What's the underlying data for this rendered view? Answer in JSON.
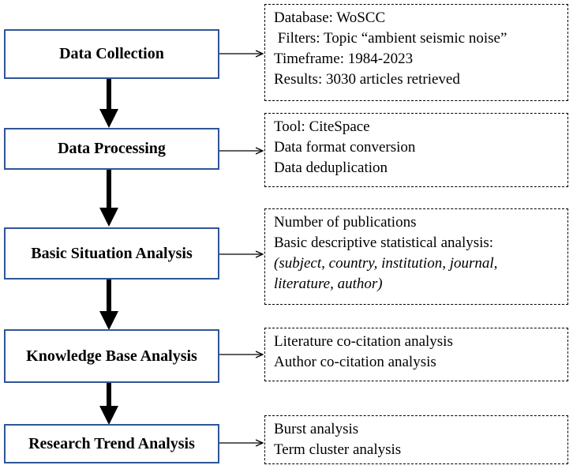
{
  "steps": [
    {
      "label": "Data Collection"
    },
    {
      "label": "Data Processing"
    },
    {
      "label": "Basic Situation Analysis"
    },
    {
      "label": "Knowledge Base Analysis"
    },
    {
      "label": "Research Trend Analysis"
    }
  ],
  "notes": [
    {
      "lines": [
        "Database: WoSCC",
        " Filters: Topic “ambient seismic noise”",
        "Timeframe: 1984-2023",
        "Results: 3030 articles retrieved"
      ]
    },
    {
      "lines": [
        "Tool: CiteSpace",
        "Data format conversion",
        "Data deduplication"
      ]
    },
    {
      "lines": [
        "Number of publications",
        "Basic descriptive statistical analysis:",
        "(subject, country, institution, journal,",
        "literature, author)"
      ]
    },
    {
      "lines": [
        "Literature co-citation analysis",
        "Author co-citation analysis"
      ]
    },
    {
      "lines": [
        "Burst analysis",
        "Term cluster analysis"
      ]
    }
  ],
  "colors": {
    "box_border": "#2f5597",
    "arrow": "#000000"
  }
}
